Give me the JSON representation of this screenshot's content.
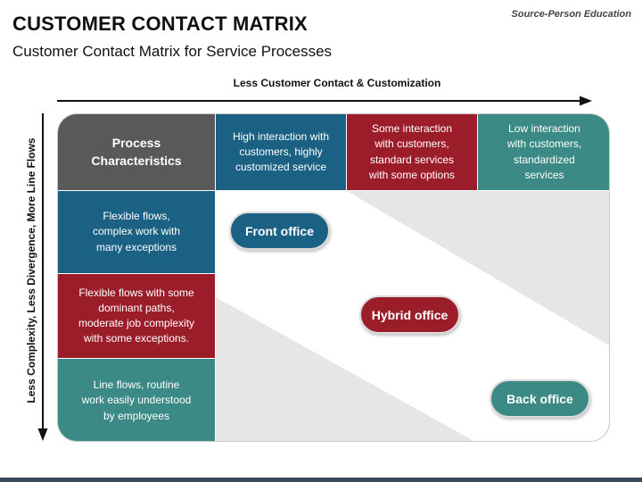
{
  "header": {
    "title": "CUSTOMER CONTACT MATRIX",
    "subtitle": "Customer Contact Matrix for Service Processes",
    "source": "Source-Person Education"
  },
  "axes": {
    "top_label": "Less Customer Contact & Customization",
    "left_label": "Less Complexity, Less Divergence, More Line Flows"
  },
  "matrix": {
    "corner_label_lines": [
      "Process",
      "Characteristics"
    ],
    "columns": [
      {
        "lines": [
          "High interaction with",
          "customers, highly",
          "customized service"
        ]
      },
      {
        "lines": [
          "Some interaction",
          "with customers,",
          "standard services",
          "with some options"
        ]
      },
      {
        "lines": [
          "Low interaction",
          "with customers,",
          "standardized",
          "services"
        ]
      }
    ],
    "rows": [
      {
        "lines": [
          "Flexible flows,",
          "complex work with",
          "many exceptions"
        ]
      },
      {
        "lines": [
          "Flexible flows with some",
          "dominant paths,",
          "moderate job complexity",
          "with some exceptions."
        ]
      },
      {
        "lines": [
          "Line flows, routine",
          "work easily understood",
          "by employees"
        ]
      }
    ]
  },
  "offices": {
    "front": "Front office",
    "hybrid": "Hybrid office",
    "back": "Back office"
  },
  "colors": {
    "blue": "#1b6184",
    "red": "#9c1d2a",
    "teal": "#3c8a86",
    "gray": "#595959",
    "band": "#e6e6e6"
  }
}
